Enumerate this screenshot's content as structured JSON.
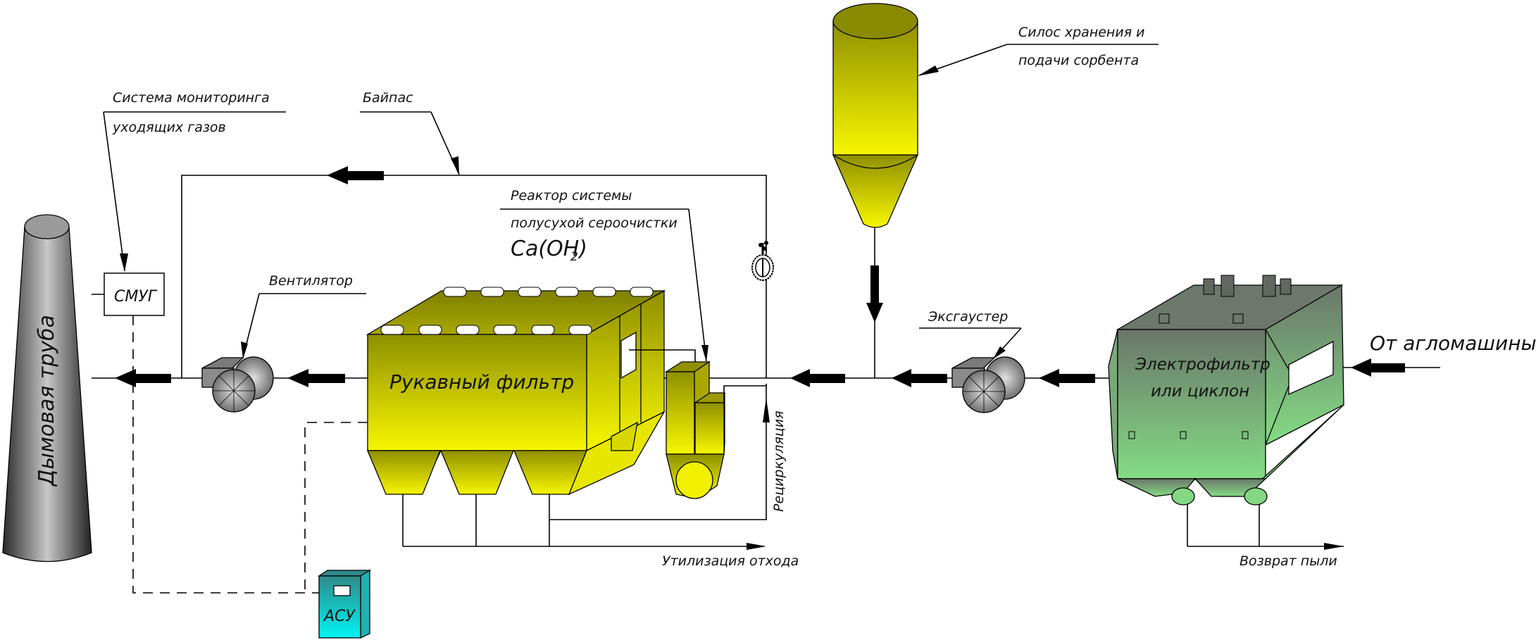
{
  "diagram": {
    "labels": {
      "stack": "Дымовая труба",
      "smug_box": "СМУГ",
      "monitoring_line1": "Система мониторинга",
      "monitoring_line2": "уходящих газов",
      "bypass": "Байпас",
      "fan": "Вентилятор",
      "baghouse": "Рукавный фильтр",
      "reactor_line1": "Реактор системы",
      "reactor_line2": "полусухой сероочистки",
      "reactor_formula": "Ca(OH)",
      "reactor_formula_sub": "2",
      "silo_line1": "Силос хранения и",
      "silo_line2": "подачи сорбента",
      "exhauster": "Эксгаустер",
      "electrofilter_line1": "Электрофильтр",
      "electrofilter_line2": "или циклон",
      "from_sinter": "От агломашины",
      "recirculation": "Рециркуляция",
      "waste_utilization": "Утилизация отхода",
      "dust_return": "Возврат пыли",
      "acs_box": "АСУ"
    },
    "colors": {
      "baghouse_top": "#8f8f00",
      "baghouse_bottom": "#f5f500",
      "electrofilter_top": "#6e7a6e",
      "electrofilter_bottom": "#80d880",
      "stack_gray": "#8a8a8a",
      "acs_teal": "#2f8f8f",
      "acs_cyan": "#00f0f0",
      "flow_arrow": "#000000"
    },
    "icons": {
      "flow_arrow": "flow-arrow-icon",
      "valve": "butterfly-valve-icon",
      "fan": "centrifugal-fan-icon"
    }
  }
}
